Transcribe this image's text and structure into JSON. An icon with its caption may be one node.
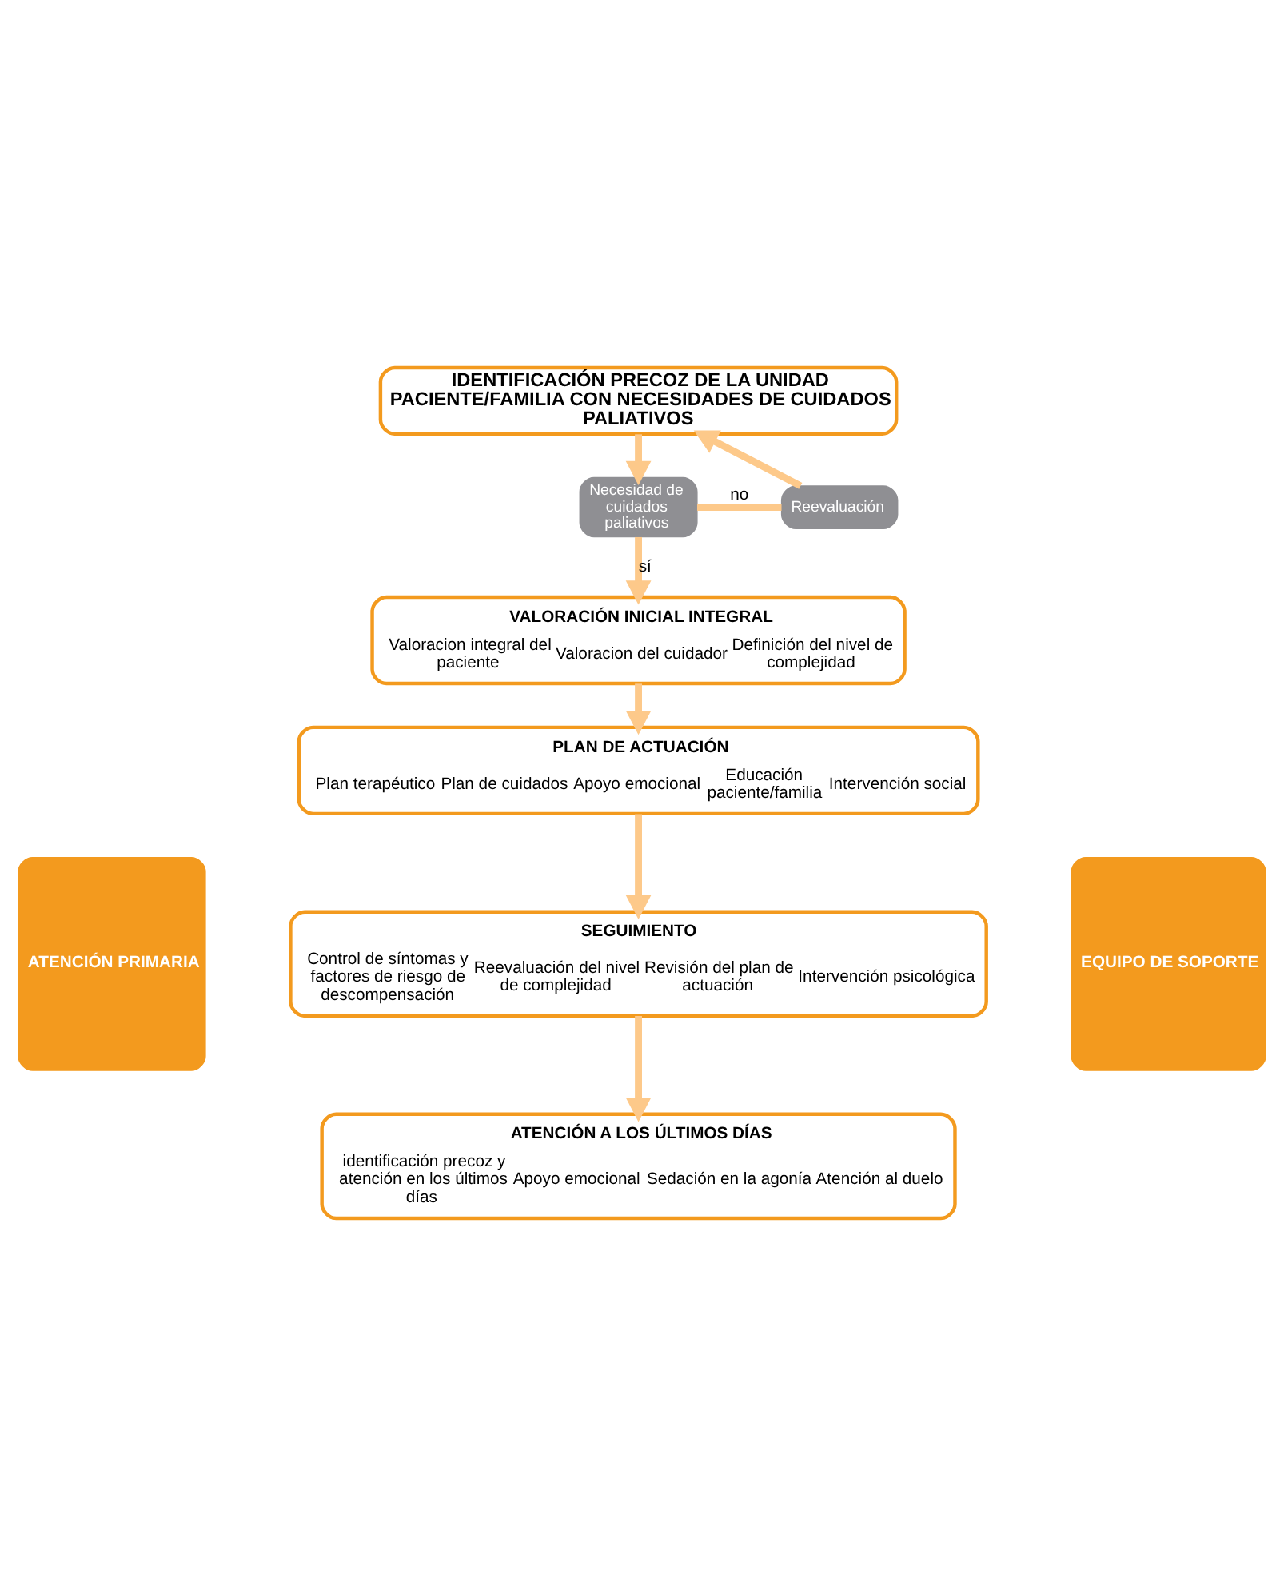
{
  "diagram": {
    "nodes": [
      {
        "text": [
          "IDENTIFICACIÓN PRECOZ DE LA UNIDAD PACIENTE/FAMILIA CON NECESIDADES DE CUIDADOS PALIATIVOS"
        ]
      },
      {
        "text": [
          "Necesidad de cuidados paliativos"
        ]
      },
      {
        "text": [
          "Reevaluación"
        ]
      },
      {
        "text": [
          "VALORACIÓN INICIAL INTEGRAL",
          "Valoracion integral del paciente",
          "Valoracion del cuidador",
          "Definición del nivel de complejidad"
        ]
      },
      {
        "text": [
          "PLAN DE ACTUACIÓN",
          "Plan terapéutico",
          "Plan de cuidados",
          "Apoyo emocional",
          "Educación paciente/familia",
          "Intervención social"
        ]
      },
      {
        "text": [
          "SEGUIMIENTO",
          "Control de síntomas y factores de riesgo de descompensación",
          "Reevaluación del nivel de complejidad",
          "Revisión del plan de actuación",
          "Intervención psicológica"
        ]
      },
      {
        "text": [
          "ATENCIÓN A LOS ÚLTIMOS DÍAS",
          "identificación precoz y atención en los últimos días",
          "Apoyo emocional",
          "Sedación en la agonía",
          "Atención al duelo"
        ]
      },
      {
        "text": [
          "ATENCIÓN PRIMARIA"
        ]
      },
      {
        "text": [
          "EQUIPO DE SOPORTE"
        ]
      }
    ],
    "edges": [
      {
        "from": 0,
        "to": 1,
        "arrow": "to"
      },
      {
        "from": 1,
        "to": 3,
        "arrow": "to",
        "label": "sí"
      },
      {
        "from": 1,
        "to": 2,
        "arrow": "none",
        "label": "no"
      },
      {
        "from": 2,
        "to": 0,
        "arrow": "to"
      },
      {
        "from": 3,
        "to": 4,
        "arrow": "to"
      },
      {
        "from": 4,
        "to": 5,
        "arrow": "to"
      },
      {
        "from": 5,
        "to": 6,
        "arrow": "to"
      }
    ]
  }
}
